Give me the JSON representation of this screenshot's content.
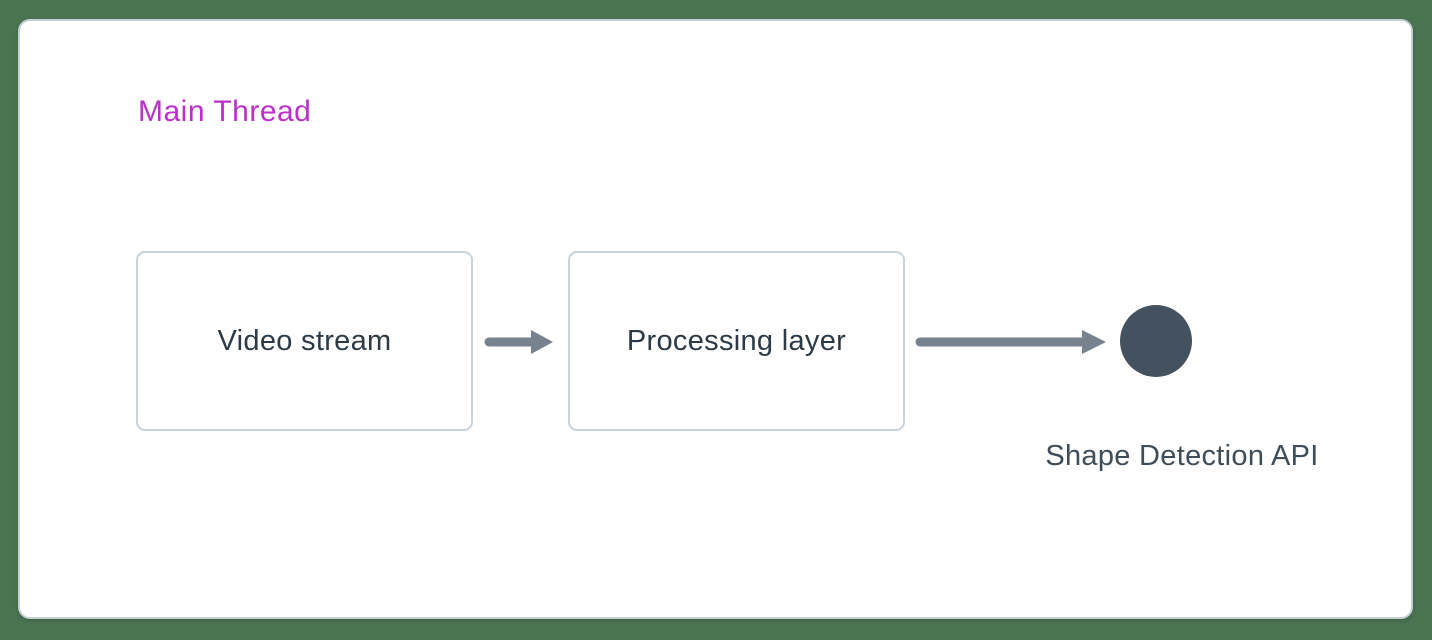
{
  "diagram": {
    "thread_label": "Main Thread",
    "nodes": [
      {
        "id": "video-stream",
        "label": "Video stream",
        "shape": "rectangle"
      },
      {
        "id": "processing-layer",
        "label": "Processing layer",
        "shape": "rectangle"
      },
      {
        "id": "shape-detection-api",
        "label": "Shape Detection API",
        "shape": "circle"
      }
    ],
    "edges": [
      {
        "from": "video-stream",
        "to": "processing-layer",
        "style": "arrow"
      },
      {
        "from": "processing-layer",
        "to": "shape-detection-api",
        "style": "arrow"
      }
    ],
    "colors": {
      "background_green": "#4a7350",
      "card_fill": "#ffffff",
      "card_border": "#c5cfd8",
      "node_border": "#c9d3dc",
      "node_text": "#2b3a46",
      "arrow_gray": "#76828e",
      "circle_fill": "#44525f",
      "api_label_text": "#3e4d5a",
      "thread_label_text": "#ba30c9"
    }
  }
}
